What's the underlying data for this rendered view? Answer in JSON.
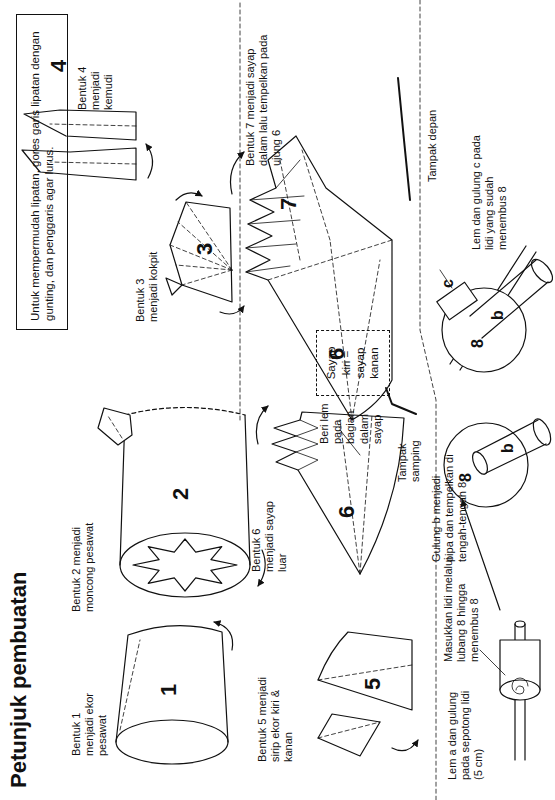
{
  "diagram": {
    "title": "Petunjuk pembuatan",
    "nodes": [
      {
        "text": [
          "Untuk mempermudah lipatan, gores garis lipatan dengan gunting, dan penggaris agar lurus."
        ]
      },
      {
        "text": [
          "Sayap kiri = sayap kanan"
        ]
      }
    ],
    "labels": [
      "Bentuk 1 menjadi ekor pesawat",
      "1",
      "Bentuk 2 menjadi moncong pesawat",
      "2",
      "Bentuk 3 menjadi kokpit",
      "3",
      "Bentuk 4 menjadi kemudi",
      "4",
      "Bentuk 5 menjadi sirip ekor kiri & kanan",
      "5",
      "Bentuk 6 menjadi sayap luar",
      "6",
      "Beri lem pada bagian dalam sayap",
      "Tampak samping",
      "Bentuk 7 menjadi sayap dalam lalu tempelkan pada ujung 6",
      "6",
      "7",
      "Tampak depan",
      "Lem a dan gulung pada sepotong lidi (5 cm)",
      "Masukkan lidi melalui lubang 8 hingga menembus 8",
      "Gulung b menjadi pipa dan tempelkan di tengah-tengah 8",
      "8",
      "b",
      "Lem dan gulung c pada lidi yang sudah menembus 8",
      "8",
      "b",
      "c"
    ]
  }
}
